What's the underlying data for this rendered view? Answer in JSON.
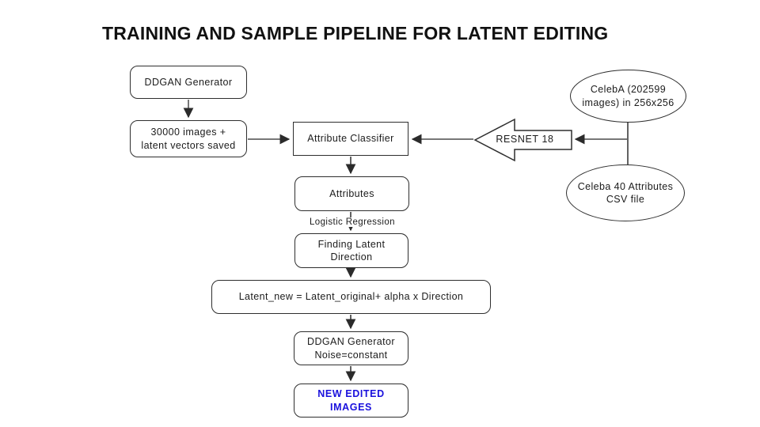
{
  "title": "TRAINING AND SAMPLE PIPELINE FOR LATENT EDITING",
  "colors": {
    "background": "#ffffff",
    "text": "#1c1c1c",
    "border": "#2e2e2e",
    "line": "#4a4a4a",
    "highlight_text": "#1a11dd"
  },
  "nodes": {
    "ddgan_generator": "DDGAN Generator",
    "images_saved": "30000 images +\nlatent vectors saved",
    "attribute_classifier": "Attribute Classifier",
    "resnet": "RESNET 18",
    "celeba_dataset": "CelebA (202599\nimages) in 256x256",
    "celeba_csv": "Celeba 40 Attributes\nCSV file",
    "attributes": "Attributes",
    "logistic_regression": "Logistic Regression",
    "finding_latent_direction": "Finding Latent\nDirection",
    "latent_equation": "Latent_new = Latent_original+ alpha x Direction",
    "ddgan_noise": "DDGAN Generator\nNoise=constant",
    "new_edited_images": "NEW EDITED\nIMAGES"
  }
}
